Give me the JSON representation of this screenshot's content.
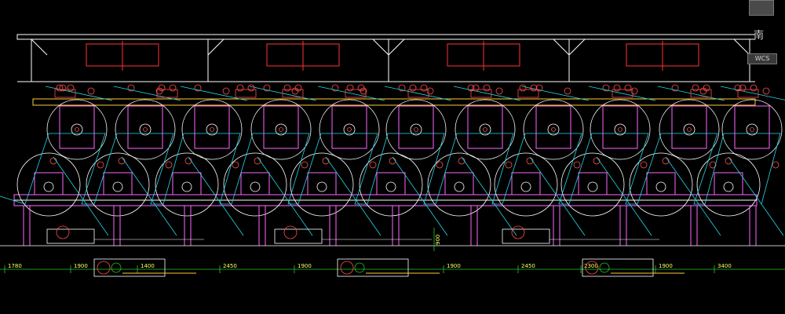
{
  "drawing": {
    "dimensions_left": [
      "1780",
      "1900",
      "1400",
      "2450",
      "1900",
      "1900",
      "2450",
      "2300",
      "1900",
      "3400"
    ],
    "vertical_dim": "900"
  },
  "viewcube": {
    "direction_label": "南",
    "coordinate_system": "WCS"
  },
  "colors": {
    "background": "#000000",
    "frame": "#ffffff",
    "rollers": "#ff66ff",
    "web_path": "#22d8e8",
    "dimensions": "#22cc22",
    "dim_text": "#ffff66",
    "motor": "#ff4d4d",
    "beam": "#ffcc33",
    "accent_red": "#ff2222"
  }
}
